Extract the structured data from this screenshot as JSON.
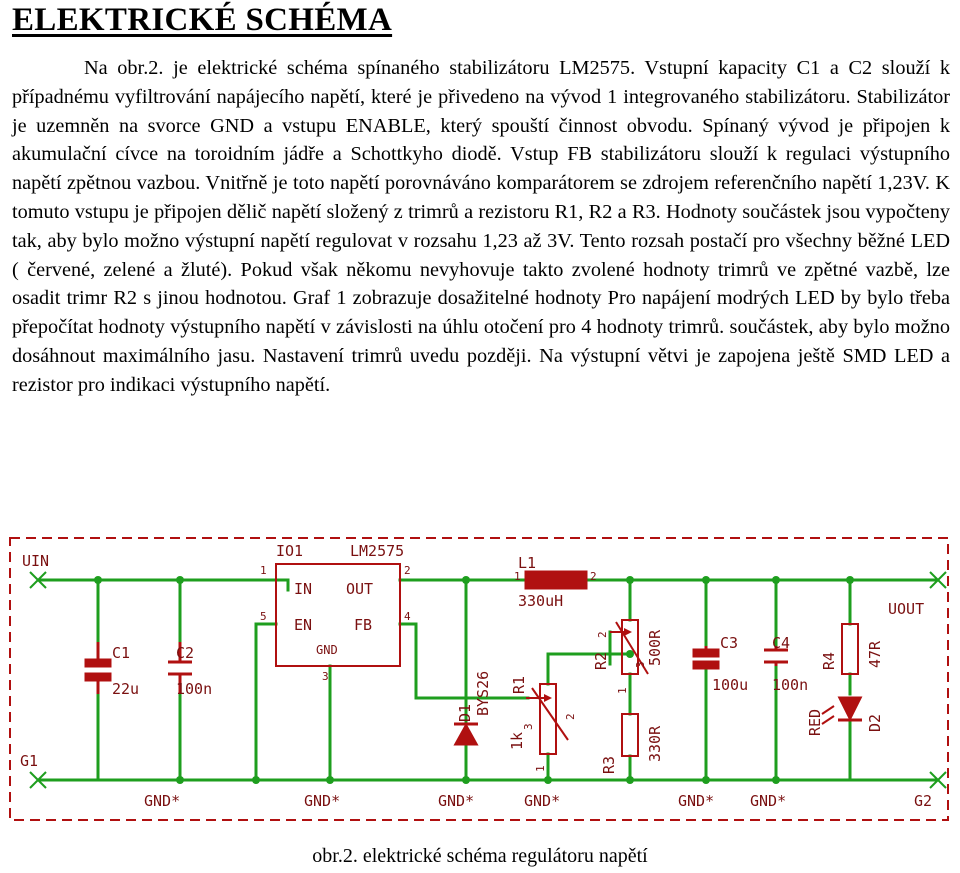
{
  "document": {
    "title": "ELEKTRICKÉ SCHÉMA",
    "paragraph": "Na obr.2. je elektrické schéma spínaného stabilizátoru LM2575. Vstupní kapacity C1 a C2 slouží k případnému vyfiltrování napájecího napětí, které je přivedeno na vývod 1 integrovaného stabilizátoru. Stabilizátor je uzemněn na svorce GND a vstupu ENABLE, který spouští činnost obvodu. Spínaný vývod je připojen k akumulační cívce na toroidním jádře a Schottkyho diodě. Vstup FB stabilizátoru slouží k regulaci výstupního napětí zpětnou vazbou. Vnitřně je toto napětí porovnáváno komparátorem se zdrojem referenčního napětí 1,23V. K tomuto vstupu je připojen dělič napětí složený z trimrů a rezistoru R1, R2 a R3. Hodnoty součástek jsou vypočteny tak, aby bylo možno výstupní napětí regulovat v rozsahu 1,23 až 3V. Tento rozsah postačí pro všechny běžné LED ( červené, zelené a žluté). Pokud však někomu nevyhovuje takto zvolené hodnoty trimrů ve zpětné vazbě, lze osadit trimr R2 s jinou hodnotou. Graf 1 zobrazuje dosažitelné hodnoty Pro napájení modrých LED by bylo třeba přepočítat hodnoty výstupního napětí v závislosti na úhlu otočení pro 4 hodnoty trimrů. součástek, aby bylo možno dosáhnout maximálního jasu. Nastavení trimrů uvedu později. Na výstupní větvi je zapojena ještě SMD LED a rezistor pro indikaci výstupního napětí.",
    "caption": "obr.2. elektrické schéma regulátoru napětí"
  },
  "schematic": {
    "labels": {
      "uin": "UIN",
      "g1": "G1",
      "uout": "UOUT",
      "g2": "G2",
      "ic_name": "IO1",
      "ic_type": "LM2575",
      "ic_in": "IN",
      "ic_out": "OUT",
      "ic_en": "EN",
      "ic_fb": "FB",
      "ic_gnd": "GND",
      "ic_pin1": "1",
      "ic_pin2": "2",
      "ic_pin3": "3",
      "ic_pin4": "4",
      "ic_pin5": "5",
      "l1_name": "L1",
      "l1_value": "330uH",
      "l1_pin1": "1",
      "l1_pin2": "2",
      "c1_name": "C1",
      "c1_value": "22u",
      "c2_name": "C2",
      "c2_value": "100n",
      "d1_name": "D1",
      "d1_value": "BYS26",
      "r1_name": "R1",
      "r1_value": "1k",
      "r1_pin1": "1",
      "r1_pin2": "2",
      "r1_pin3": "3",
      "r2_name": "R2",
      "r2_value": "500R",
      "r2_pin1": "1",
      "r2_pin2": "2",
      "r2_pin3": "3",
      "r3_name": "R3",
      "r3_value": "330R",
      "c3_name": "C3",
      "c3_value": "100u",
      "c4_name": "C4",
      "c4_value": "100n",
      "r4_name": "R4",
      "r4_value": "47R",
      "d2_name": "D2",
      "d2_value": "RED",
      "gnd": "GND*"
    },
    "colors": {
      "wire": "#1e9e1e",
      "component": "#b01010",
      "text": "#7a1010"
    }
  }
}
